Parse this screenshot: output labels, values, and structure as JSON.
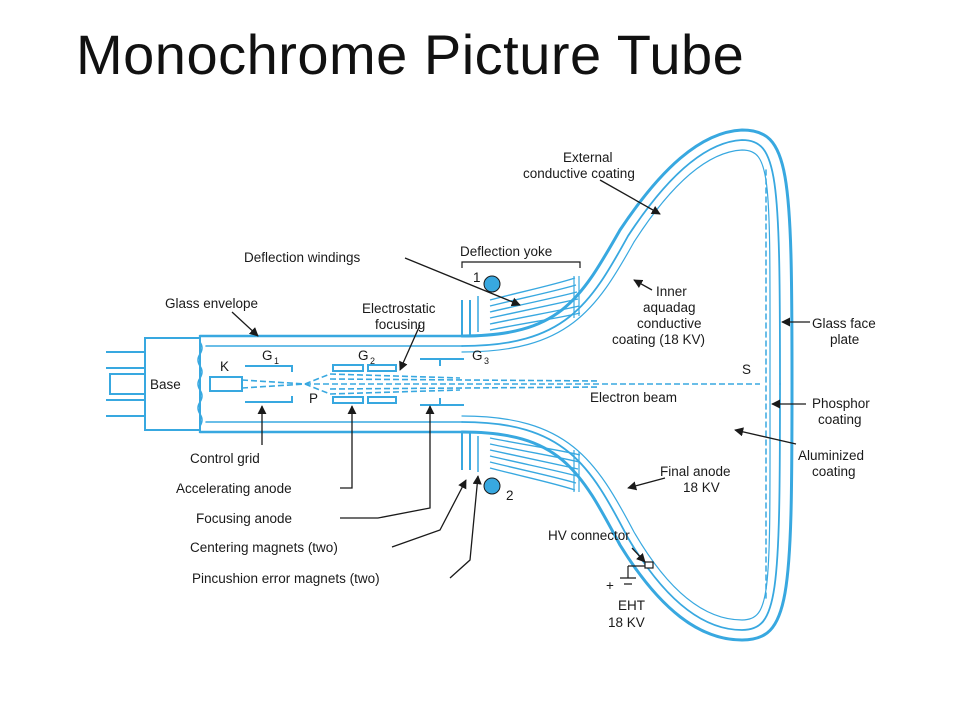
{
  "slide": {
    "title": "Monochrome Picture Tube"
  },
  "colors": {
    "tube": "#38a8e0",
    "beam": "#38a8e0",
    "ink": "#1a1a1a"
  },
  "diagram": {
    "labels": {
      "external_coating": [
        "External",
        "conductive coating"
      ],
      "deflection_yoke": "Deflection yoke",
      "deflection_windings": "Deflection windings",
      "glass_envelope": "Glass envelope",
      "electrostatic_focusing": [
        "Electrostatic",
        "focusing"
      ],
      "inner_aquadag": [
        "Inner",
        "aquadag",
        "conductive",
        "coating (18 KV)"
      ],
      "glass_face_plate": [
        "Glass face",
        "plate"
      ],
      "phosphor_coating": [
        "Phosphor",
        "coating"
      ],
      "aluminized_coating": [
        "Aluminized",
        "coating"
      ],
      "final_anode": [
        "Final anode",
        "18 KV"
      ],
      "hv_connector": "HV connector",
      "eht": [
        "EHT",
        "18 KV"
      ],
      "eht_plus": "+",
      "base": "Base",
      "electron_beam": "Electron beam",
      "control_grid": "Control grid",
      "accelerating_anode": "Accelerating anode",
      "focusing_anode": "Focusing anode",
      "centering_magnets": "Centering magnets (two)",
      "pincushion_magnets": "Pincushion error magnets (two)"
    },
    "symbols": {
      "k": "K",
      "p": "P",
      "s": "S",
      "g": "G",
      "g1_sub": "1",
      "g2_sub": "2",
      "g3_sub": "3",
      "magnet_1": "1",
      "magnet_2": "2"
    }
  }
}
